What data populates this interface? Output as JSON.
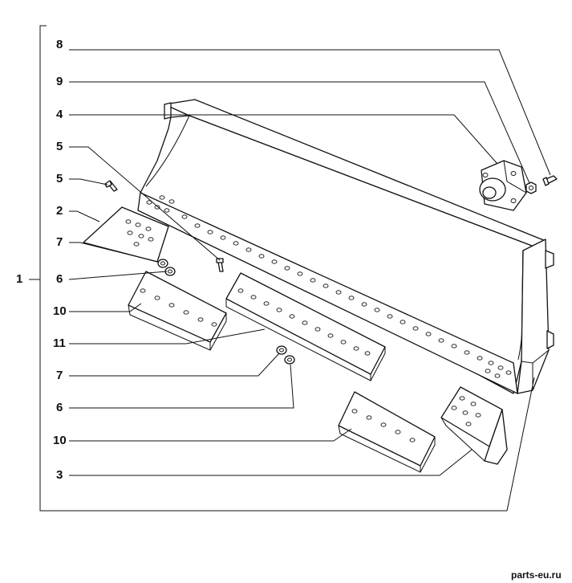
{
  "diagram": {
    "callouts": [
      "8",
      "9",
      "4",
      "5",
      "5",
      "2",
      "7",
      "6",
      "10",
      "11",
      "7",
      "6",
      "10",
      "3"
    ],
    "group_label": "1",
    "watermark": "parts-eu.ru"
  }
}
